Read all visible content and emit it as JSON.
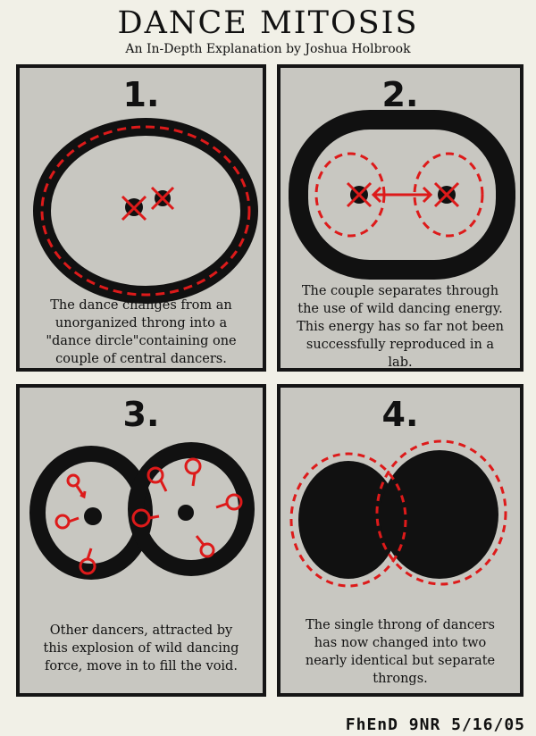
{
  "header": {
    "title": "DANCE MITOSIS",
    "subtitle": "An In-Depth Explanation by Joshua Holbrook"
  },
  "panels": [
    {
      "number": "1.",
      "caption": "The dance changes from an\nunorganized throng into  a\n\"dance dircle\"containing one\ncouple of central dancers."
    },
    {
      "number": "2.",
      "caption": "The couple separates through\nthe use of wild dancing energy.\nThis energy has so far not been\nsuccessfully reproduced in a\nlab."
    },
    {
      "number": "3.",
      "caption": "Other dancers, attracted by\nthis explosion of wild dancing\nforce, move in to fill the void."
    },
    {
      "number": "4.",
      "caption": "The single throng of dancers\nhas now changed into two\nnearly identical but separate\nthrongs."
    }
  ],
  "signature": "FhEnD 9NR  5/16/05",
  "colors": {
    "ink": "#111111",
    "accent": "#dd1a1a",
    "panel": "#c8c7c1",
    "page": "#f1f0e7"
  }
}
